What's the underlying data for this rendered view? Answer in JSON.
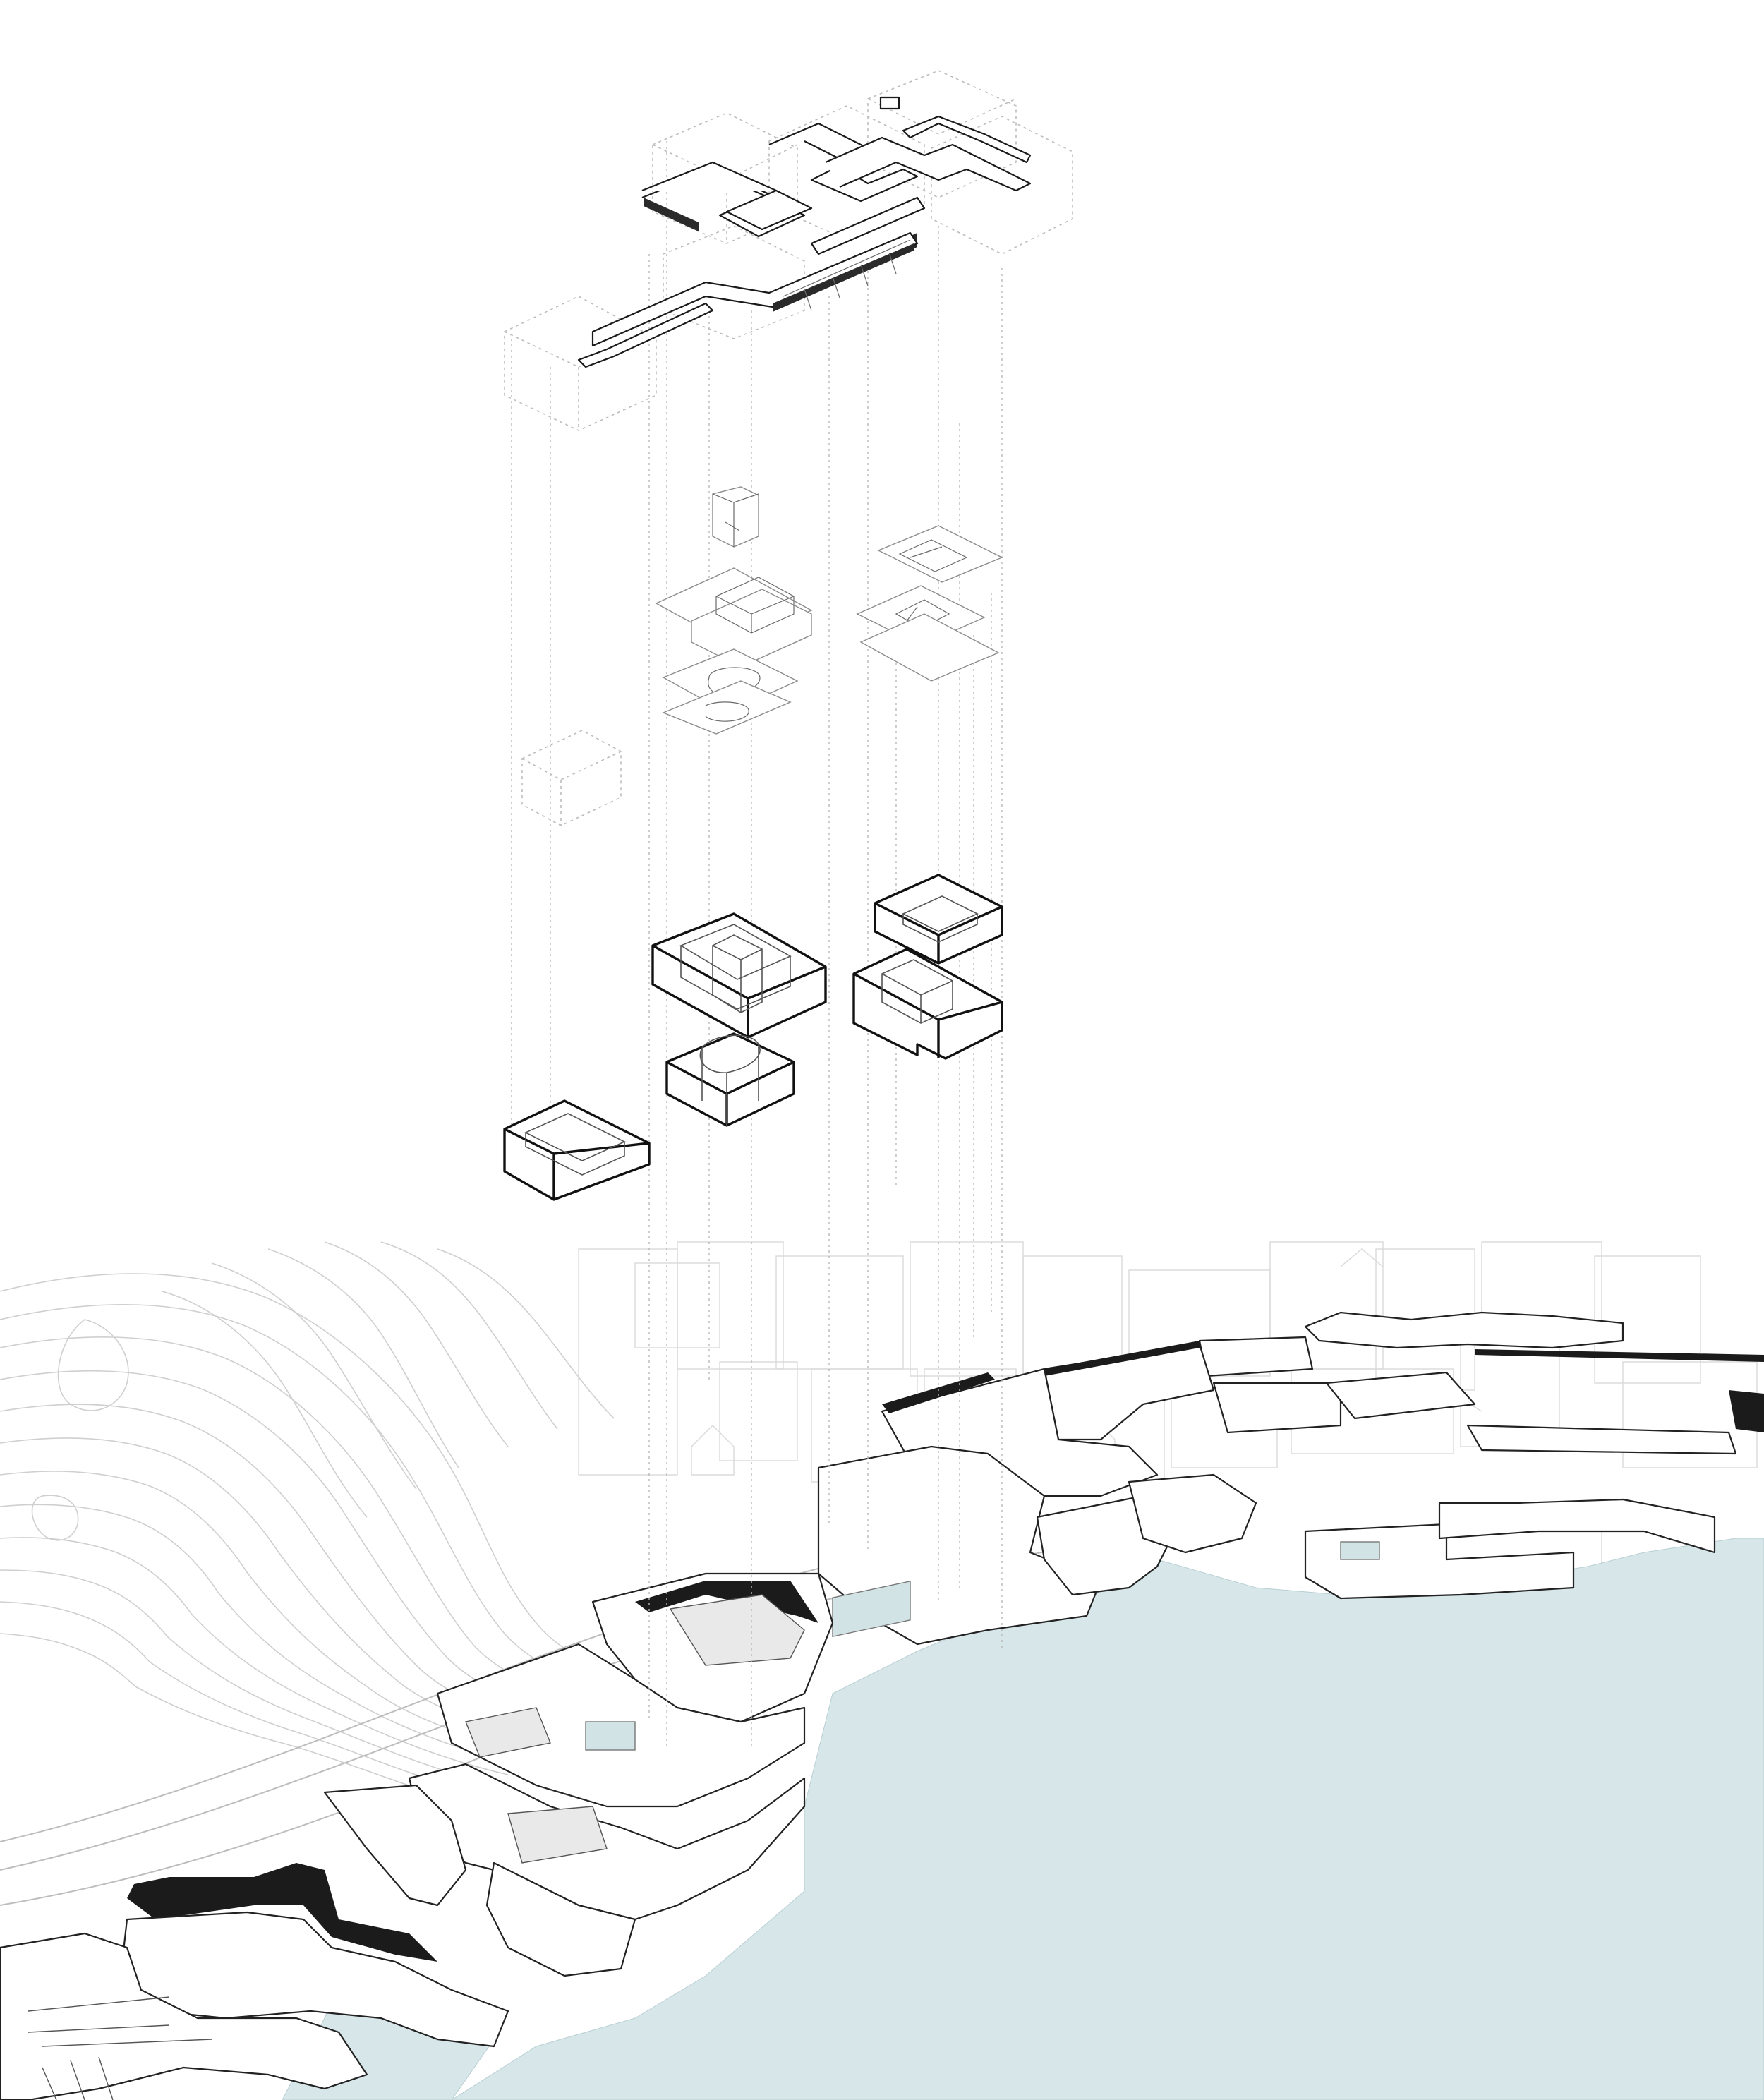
{
  "figure": {
    "type": "exploded-axonometric",
    "layers": [
      "roof-plan",
      "interior-floor-plates",
      "massing-volumes",
      "site-context",
      "waterfront-deck"
    ],
    "colors": {
      "water": "#d6e6e9",
      "line_dark": "#111111",
      "line_grey": "#b8b8b8",
      "context": "#dadada",
      "background": "#ffffff"
    }
  }
}
